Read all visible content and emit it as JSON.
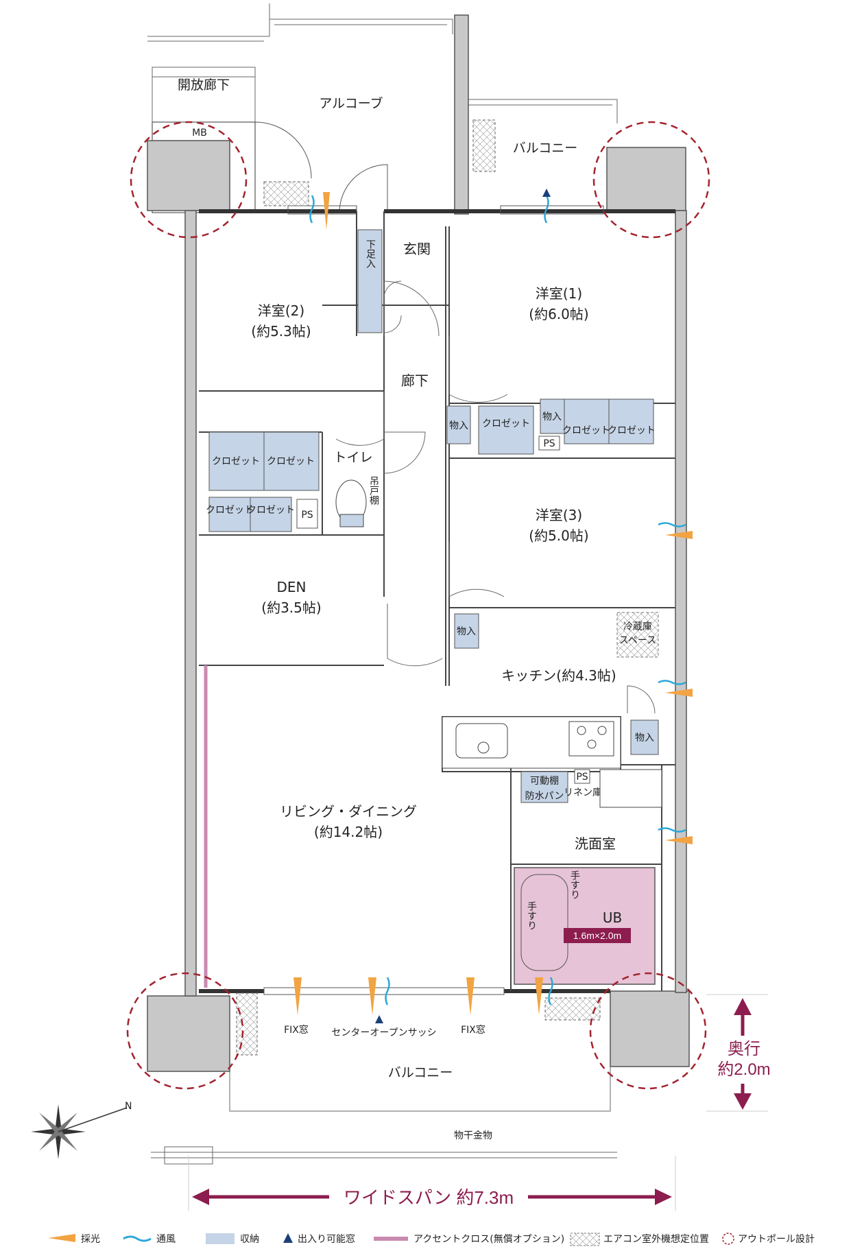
{
  "rooms": {
    "open_corridor": "開放廊下",
    "alcove": "アルコーブ",
    "mb": "MB",
    "balcony_top": "バルコニー",
    "genkan": "玄関",
    "shoe_box": "下足入",
    "room2_name": "洋室(2)",
    "room2_size": "(約5.3帖)",
    "room1_name": "洋室(1)",
    "room1_size": "(約6.0帖)",
    "hallway": "廊下",
    "toilet": "トイレ",
    "hanging_shelf": "吊戸棚",
    "room3_name": "洋室(3)",
    "room3_size": "(約5.0帖)",
    "den_name": "DEN",
    "den_size": "(約3.5帖)",
    "kitchen": "キッチン(約4.3帖)",
    "fridge_space_1": "冷蔵庫",
    "fridge_space_2": "スペース",
    "living_name": "リビング・ダイニング",
    "living_size": "(約14.2帖)",
    "washroom": "洗面室",
    "adjustable_shelf": "可動棚",
    "waterproof_pan": "防水パン",
    "linen_storage": "リネン庫",
    "ub": "UB",
    "ub_size": "1.6m×2.0m",
    "handrail": "手すり",
    "balcony_bottom": "バルコニー",
    "drying_hardware": "物干金物",
    "fix_window_left": "FIX窓",
    "center_open_sash": "センターオープンサッシ",
    "fix_window_right": "FIX窓"
  },
  "storage": {
    "closet": "クロゼット",
    "mono_iri": "物入",
    "ps": "PS"
  },
  "dimensions": {
    "wide_span": "ワイドスパン 約7.3m",
    "depth_1": "奥行",
    "depth_2": "約2.0m"
  },
  "compass": {
    "north": "N"
  },
  "legend": [
    {
      "label": "採光"
    },
    {
      "label": "通風"
    },
    {
      "label": "収納"
    },
    {
      "label": "出入り可能窓"
    },
    {
      "label": "アクセントクロス(無償オプション)"
    },
    {
      "label": "エアコン室外機想定位置"
    },
    {
      "label": "アウトポール設計"
    }
  ],
  "colors": {
    "storage_fill": "#c5d4e6",
    "light_arrow": "#f2a342",
    "wind_arrow": "#2aa8d8",
    "accent_pink": "#c98ab0",
    "ub_fill": "#e6c3d6",
    "dim_color": "#8c1d4e",
    "outpole_circle": "#a3232e",
    "wall_gray": "#c8c8c8"
  }
}
